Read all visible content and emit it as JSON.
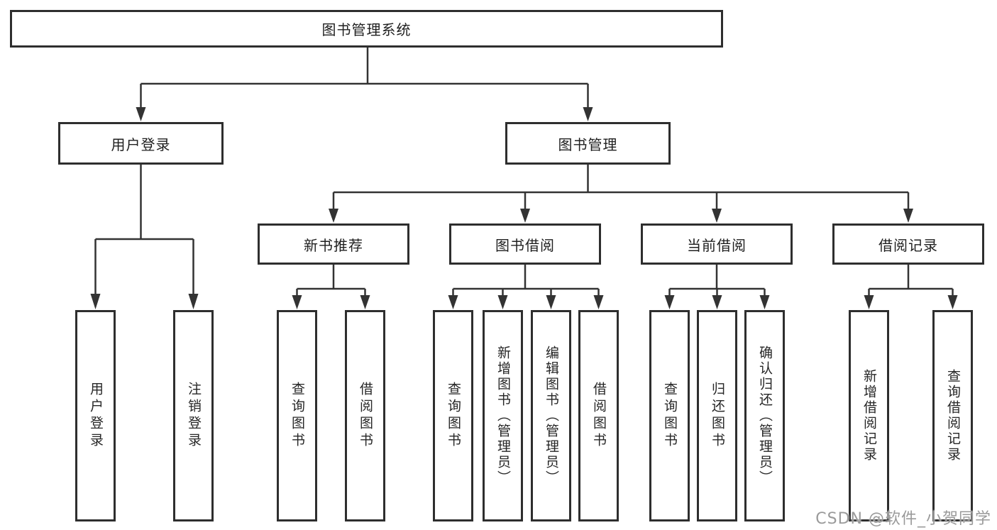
{
  "diagram": {
    "root": {
      "label": "图书管理系统"
    },
    "branches": [
      {
        "label": "用户登录",
        "children": [
          {
            "label": "用户登录"
          },
          {
            "label": "注销登录"
          }
        ]
      },
      {
        "label": "图书管理",
        "children": [
          {
            "label": "新书推荐",
            "children": [
              {
                "label": "查询图书"
              },
              {
                "label": "借阅图书"
              }
            ]
          },
          {
            "label": "图书借阅",
            "children": [
              {
                "label": "查询图书"
              },
              {
                "label": "新增图书（管理员）"
              },
              {
                "label": "编辑图书（管理员）"
              },
              {
                "label": "借阅图书"
              }
            ]
          },
          {
            "label": "当前借阅",
            "children": [
              {
                "label": "查询图书"
              },
              {
                "label": "归还图书"
              },
              {
                "label": "确认归还（管理员）"
              }
            ]
          },
          {
            "label": "借阅记录",
            "children": [
              {
                "label": "新增借阅记录"
              },
              {
                "label": "查询借阅记录"
              }
            ]
          }
        ]
      }
    ]
  },
  "watermark": {
    "text": "CSDN @软件_小贺同学",
    "color": "#9a9a9a"
  },
  "style": {
    "line_color": "#333333",
    "box_border_color": "#2e2e2e",
    "background": "#ffffff",
    "text_color": "#1f1f1f"
  }
}
